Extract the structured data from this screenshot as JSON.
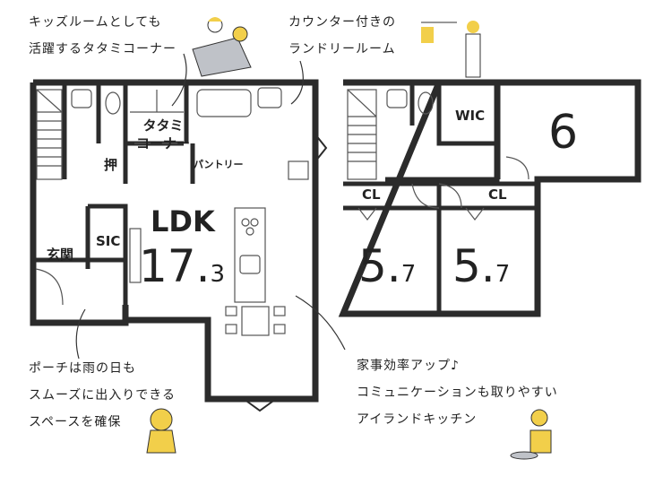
{
  "notes": {
    "tatami": [
      "キッズルームとしても",
      "活躍するタタミコーナー"
    ],
    "laundry": [
      "カウンター付きの",
      "ランドリールーム"
    ],
    "porch": [
      "ポーチは雨の日も",
      "スムーズに出入りできる",
      "スペースを確保"
    ],
    "kitchen": [
      "家事効率アップ♪",
      "コミュニケーションも取りやすい",
      "アイランドキッチン"
    ]
  },
  "floor1": {
    "tatami": [
      "タタミ",
      "コーナー"
    ],
    "oshi": "押",
    "pantry": "パントリー",
    "ldk_label": "LDK",
    "ldk_size_main": "17.",
    "ldk_size_dec": "3",
    "genkan": "玄関",
    "sic": "SIC"
  },
  "floor2": {
    "wic": "WIC",
    "room6": "6",
    "cl1": "CL",
    "cl2": "CL",
    "room_a_main": "5.",
    "room_a_dec": "7",
    "room_b_main": "5.",
    "room_b_dec": "7"
  },
  "colors": {
    "wall": "#2b2b2b",
    "accent": "#f2cf4a",
    "gray": "#bfc2c8"
  }
}
